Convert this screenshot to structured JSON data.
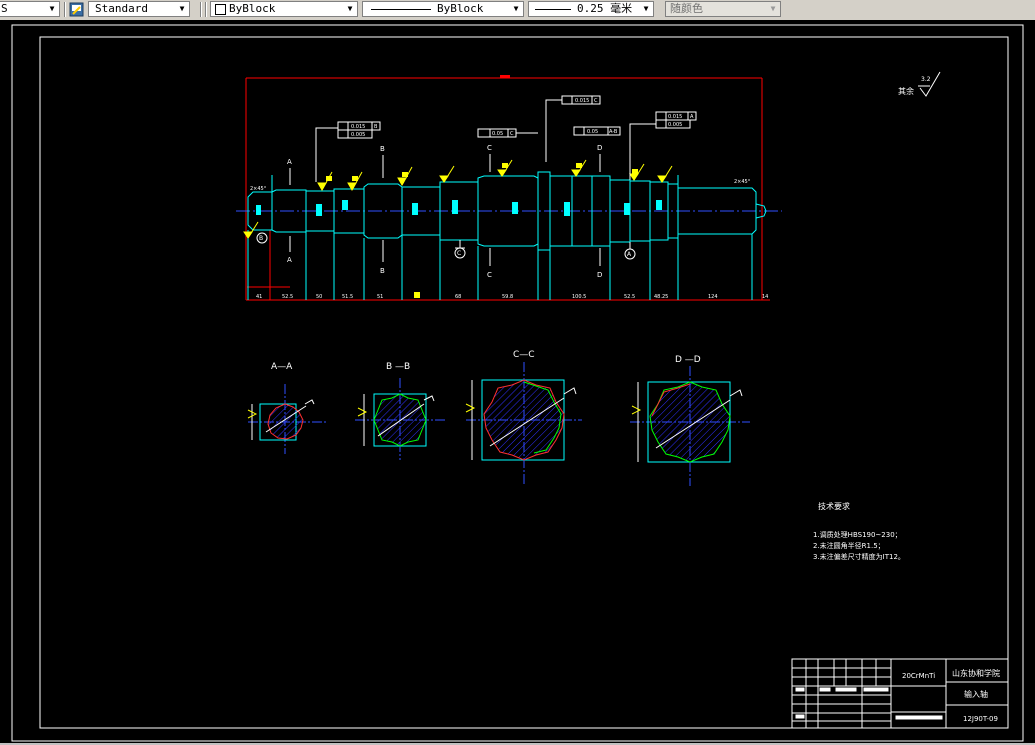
{
  "toolbar": {
    "first_value": "S",
    "text_style": "Standard",
    "layer": "ByBlock",
    "linetype": "ByBlock",
    "lineweight": "0.25 毫米",
    "plot_style": "随颜色"
  },
  "drawing": {
    "roughness_label": "其余",
    "roughness_value": "3.2",
    "section_labels": [
      "A",
      "A",
      "B",
      "B",
      "C",
      "C",
      "D",
      "D"
    ],
    "datum_labels": [
      "B",
      "C",
      "A"
    ],
    "chamfer_left": "2×45°",
    "chamfer_right": "2×45°",
    "tolerances": {
      "t1_a": "0.015",
      "t1_b": "0.005",
      "t1_ref": "B",
      "t2": "0.015",
      "t2_ref": "C",
      "t3": "0.05",
      "t3_ref": "C",
      "t4": "0.05",
      "t4_ref": "A-B",
      "t5_a": "0.015",
      "t5_b": "0.005",
      "t5_ref": "A"
    },
    "dims_bottom": [
      "41",
      "52.5",
      "50",
      "51.5",
      "51",
      "68",
      "59.8",
      "100.5",
      "52.5",
      "48.25",
      "124",
      "14"
    ],
    "section_views": [
      {
        "title": "A—A"
      },
      {
        "title": "B —B"
      },
      {
        "title": "C—C"
      },
      {
        "title": "D —D"
      }
    ],
    "tech_req": {
      "title": "技术要求",
      "items": [
        "1.调质处理HBS190~230；",
        "2.未注圆角半径R1.5；",
        "3.未注偏差尺寸精度为IT12。"
      ]
    },
    "title_block": {
      "material": "20CrMnTi",
      "school": "山东协和学院",
      "part_name": "输入轴",
      "drawing_no": "12J90T-09"
    }
  },
  "colors": {
    "background": "#000000",
    "frame": "#ffffff",
    "outline": "#00ffff",
    "dimension": "#ff0000",
    "hatch": "#0000ff",
    "centerline": "#0000ff",
    "highlight": "#ffff00",
    "spline": "#00ff00"
  }
}
